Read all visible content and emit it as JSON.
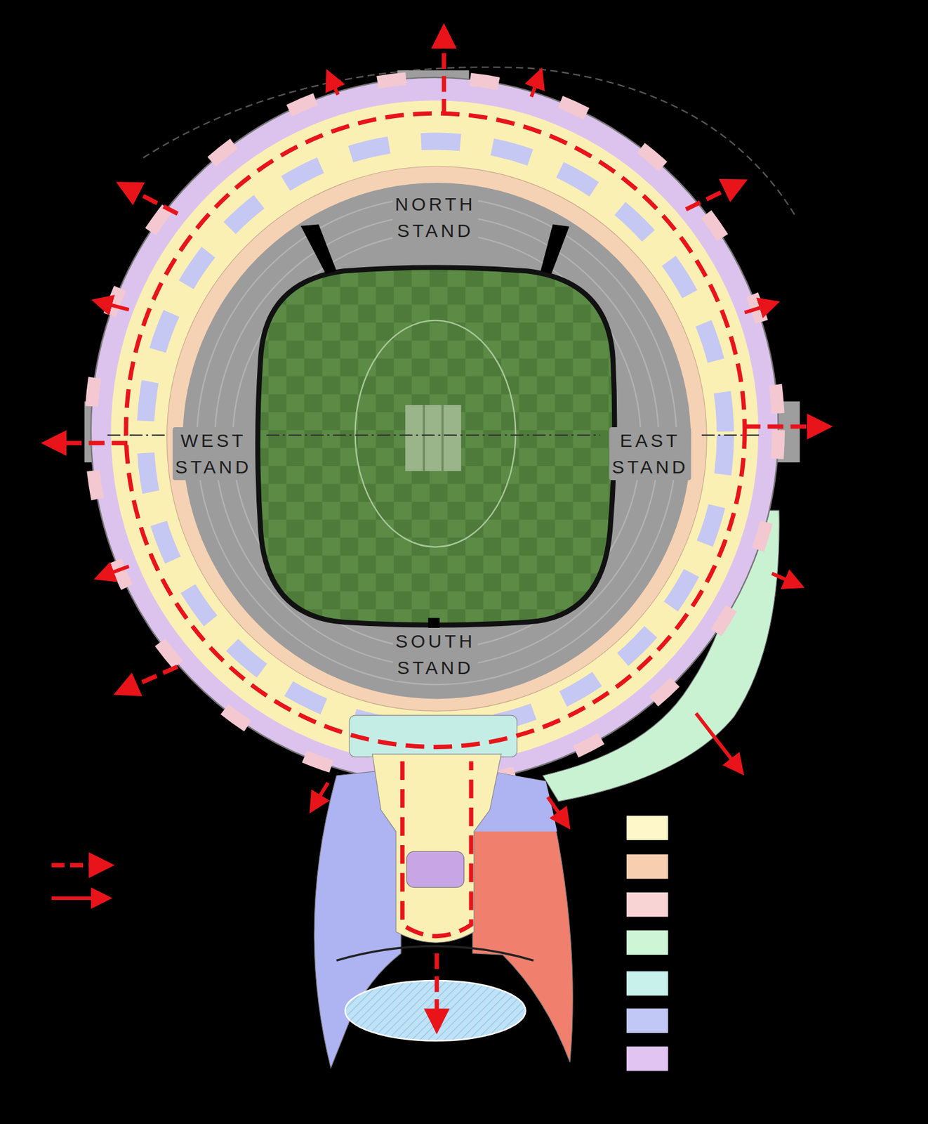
{
  "diagram": {
    "labels": [
      "NORTH STAND",
      "WEST STAND",
      "EAST STAND",
      "SOUTH STAND"
    ]
  }
}
